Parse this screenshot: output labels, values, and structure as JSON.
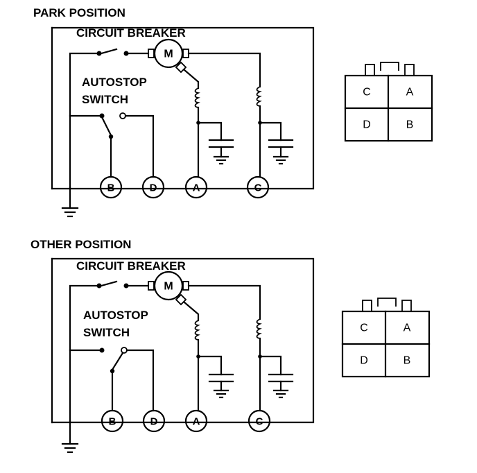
{
  "panels": [
    {
      "title": "PARK POSITION",
      "breaker_label": "CIRCUIT BREAKER",
      "switch_label_line1": "AUTOSTOP",
      "switch_label_line2": "SWITCH",
      "motor_label": "M",
      "terminals": [
        "B",
        "D",
        "A",
        "C"
      ],
      "connector": {
        "top_left": "C",
        "top_right": "A",
        "bottom_left": "D",
        "bottom_right": "B"
      }
    },
    {
      "title": "OTHER POSITION",
      "breaker_label": "CIRCUIT BREAKER",
      "switch_label_line1": "AUTOSTOP",
      "switch_label_line2": "SWITCH",
      "motor_label": "M",
      "terminals": [
        "B",
        "D",
        "A",
        "C"
      ],
      "connector": {
        "top_left": "C",
        "top_right": "A",
        "bottom_left": "D",
        "bottom_right": "B"
      }
    }
  ]
}
